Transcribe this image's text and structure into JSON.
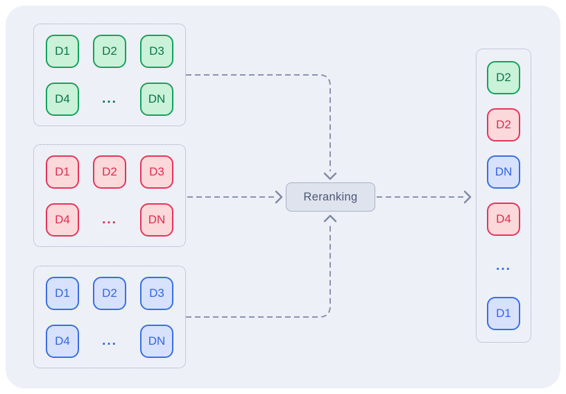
{
  "groups": [
    {
      "name": "green",
      "items": [
        "D1",
        "D2",
        "D3",
        "D4",
        "...",
        "DN"
      ]
    },
    {
      "name": "red",
      "items": [
        "D1",
        "D2",
        "D3",
        "D4",
        "...",
        "DN"
      ]
    },
    {
      "name": "blue",
      "items": [
        "D1",
        "D2",
        "D3",
        "D4",
        "...",
        "DN"
      ]
    }
  ],
  "reranker": {
    "label": "Reranking"
  },
  "output": {
    "items": [
      {
        "label": "D2",
        "source": "green"
      },
      {
        "label": "D2",
        "source": "red"
      },
      {
        "label": "DN",
        "source": "blue"
      },
      {
        "label": "D4",
        "source": "red"
      },
      {
        "label": "...",
        "source": "blue"
      },
      {
        "label": "D1",
        "source": "blue"
      }
    ]
  },
  "colors": {
    "card_bg": "#edf0f7",
    "green_fill": "#c9f2d9",
    "green_border": "#12a35c",
    "green_text": "#0a7547",
    "red_fill": "#fbd8da",
    "red_border": "#e5345a",
    "red_text": "#de2c51",
    "blue_fill": "#d7e1fb",
    "blue_border": "#3a6ee4",
    "blue_text": "#3266e3",
    "connector": "#8993ad",
    "node_fill": "#dfe3ee",
    "node_border": "#a6b0c5",
    "node_text": "#4d5874",
    "container_border": "#99a2b6"
  }
}
